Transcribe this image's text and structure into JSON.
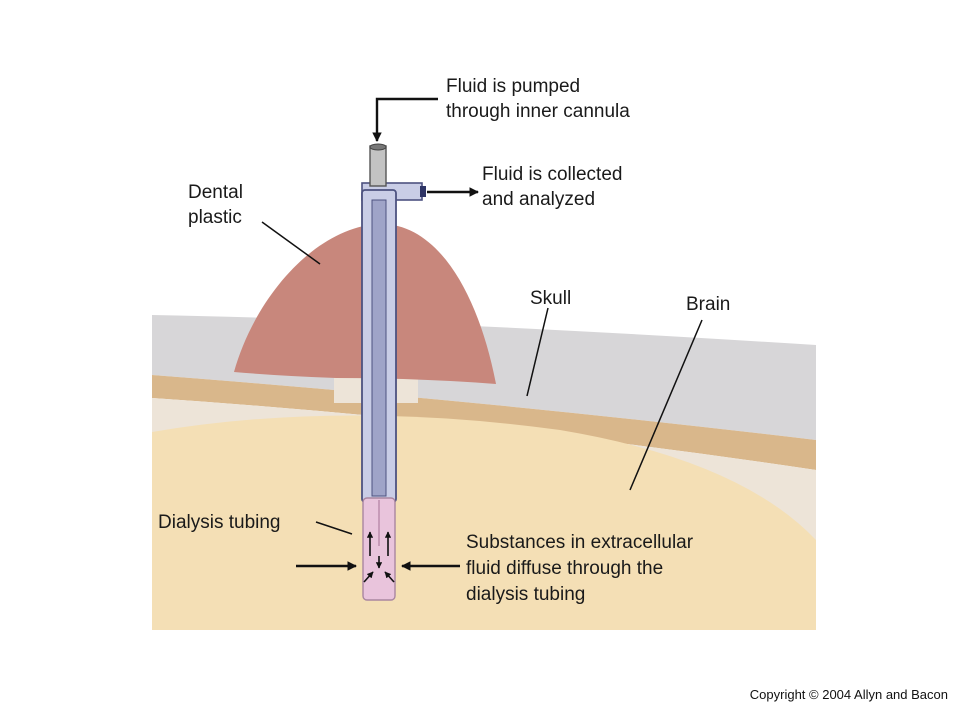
{
  "labels": {
    "fluid_pumped": [
      "Fluid is pumped",
      "through inner cannula"
    ],
    "fluid_collected": [
      "Fluid is collected",
      "and analyzed"
    ],
    "dental_plastic": [
      "Dental",
      "plastic"
    ],
    "skull": "Skull",
    "brain": "Brain",
    "dialysis_tubing": "Dialysis tubing",
    "substances": [
      "Substances in extracellular",
      "fluid diffuse through the",
      "dialysis tubing"
    ]
  },
  "copyright": "Copyright © 2004 Allyn and Bacon",
  "colors": {
    "background": "#ffffff",
    "scalp": "#d7d6d8",
    "skull": "#d9b78b",
    "meninges": "#ede4d8",
    "brain": "#f4dfb5",
    "dental_plastic": "#c8877c",
    "outer_cannula": "#c9cde6",
    "inner_cannula": "#b8b8b8",
    "dialysis_tubing": "#e9c4dc"
  }
}
